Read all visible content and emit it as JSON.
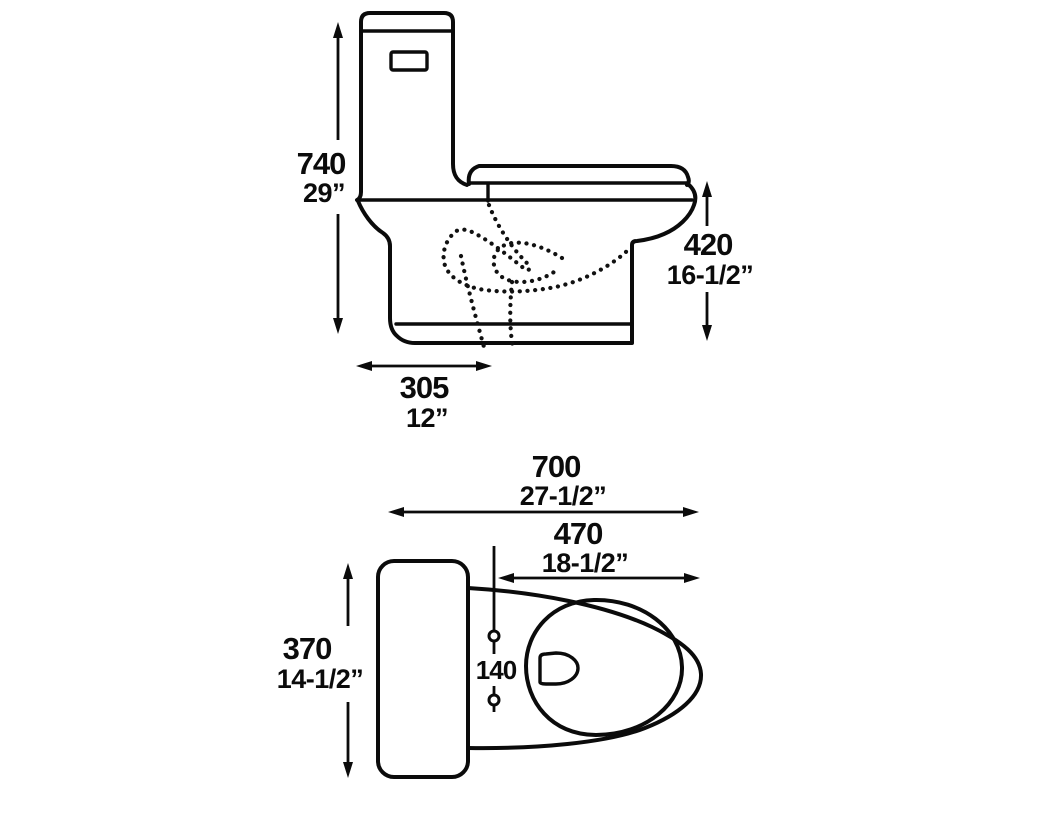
{
  "drawing": {
    "dims": {
      "overall_height": {
        "mm": "740",
        "inch": "29”"
      },
      "seat_height": {
        "mm": "420",
        "inch": "16-1/2”"
      },
      "rough_in": {
        "mm": "305",
        "inch": "12”"
      },
      "overall_length": {
        "mm": "700",
        "inch": "27-1/2”"
      },
      "bowl_length": {
        "mm": "470",
        "inch": "18-1/2”"
      },
      "overall_width": {
        "mm": "370",
        "inch": "14-1/2”"
      },
      "bolt_hole_spacing": {
        "mm": "140"
      }
    },
    "colors": {
      "line": "#0b0b0b",
      "background": "#ffffff"
    }
  }
}
